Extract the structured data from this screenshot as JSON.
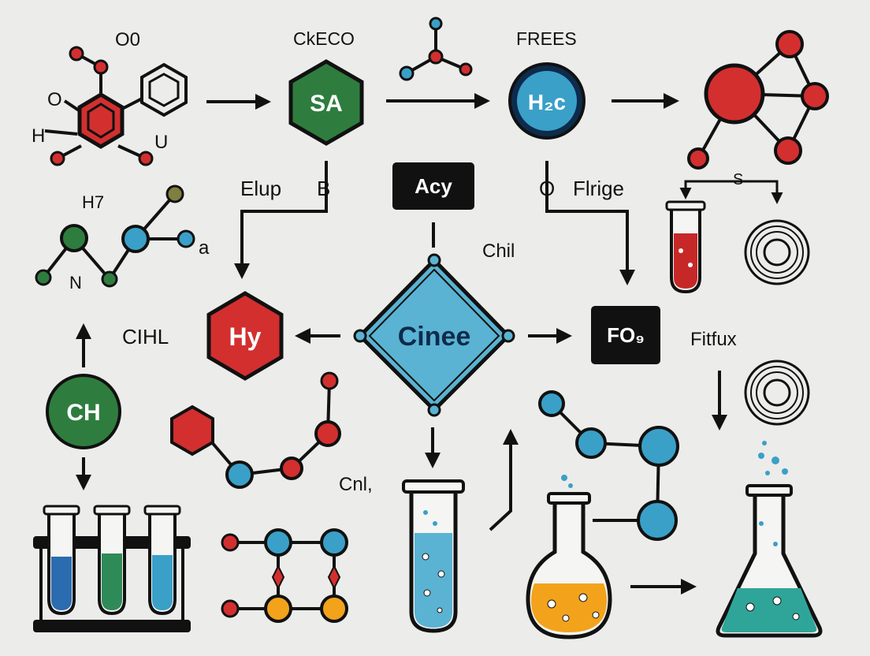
{
  "labels": {
    "o_top": "O0",
    "o_left": "O",
    "h_left": "H",
    "u_right": "U",
    "ckeco": "CkECO",
    "frees": "FREES",
    "elup": "Elup",
    "b": "B",
    "o_mid": "O",
    "flrige": "Flrige",
    "s_label": "S",
    "h7": "H7",
    "n_label": "N",
    "a_label": "a",
    "chil": "Chil",
    "cihl": "CIHL",
    "fitfux": "Fitfux",
    "cnl": "Cnl,"
  },
  "nodes": {
    "sa": "SA",
    "h2c": "H₂c",
    "acy": "Acy",
    "cinee": "Cinee",
    "hy": "Hy",
    "fog": "FO₉",
    "ch": "CH"
  },
  "colors": {
    "background": "#ececea",
    "ink": "#111111",
    "green": "#2e7d3e",
    "red": "#d32f2f",
    "blue": "#3aa0c8",
    "navy": "#0d2b4c",
    "orange": "#f2a31b",
    "teal": "#2fa59a",
    "olive": "#7f7f3f"
  }
}
